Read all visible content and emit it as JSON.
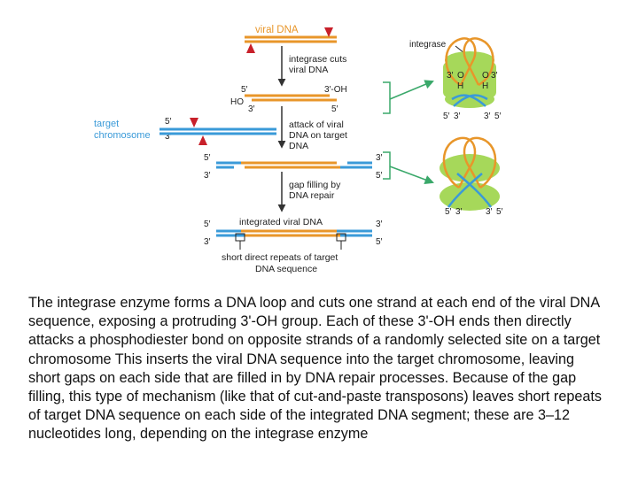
{
  "colors": {
    "viral_dna": "#e8962a",
    "target_dna": "#3a9ad8",
    "cut_marker": "#c8202a",
    "arrow": "#333333",
    "pointer_arrow": "#3aa86a",
    "integrase_blob": "#a6d85a",
    "bracket": "#3aa86a",
    "label_cyan": "#3a9ad8"
  },
  "labels": {
    "viral_dna": "viral DNA",
    "target_chromosome_line1": "target",
    "target_chromosome_line2": "chromosome",
    "integrase": "integrase"
  },
  "steps": {
    "s1_line1": "integrase cuts",
    "s1_line2": "viral DNA",
    "s2_line1": "attack of viral",
    "s2_line2": "DNA on target",
    "s2_line3": "DNA",
    "s3_line1": "gap filling by",
    "s3_line2": "DNA repair",
    "s4": "integrated viral DNA",
    "s5_line1": "short direct repeats of target",
    "s5_line2": "DNA sequence"
  },
  "ends": {
    "five": "5′",
    "three": "3′",
    "ho": "HO",
    "oh": "3′-OH",
    "o": "O",
    "h": "H"
  },
  "caption": "The integrase enzyme forms a DNA loop and cuts one strand at each end of the viral DNA sequence, exposing a protruding 3'-OH group. Each of these 3'-OH ends then directly attacks a phosphodiester bond on opposite strands of a randomly selected site on a target chromosome This inserts the viral DNA sequence into the target chromosome, leaving short gaps on each side that are filled in by DNA repair processes. Because of the gap filling, this type of mechanism (like that of cut-and-paste transposons) leaves short repeats of target DNA sequence on each side of the integrated DNA segment; these are 3–12 nucleotides long, depending on the integrase enzyme"
}
